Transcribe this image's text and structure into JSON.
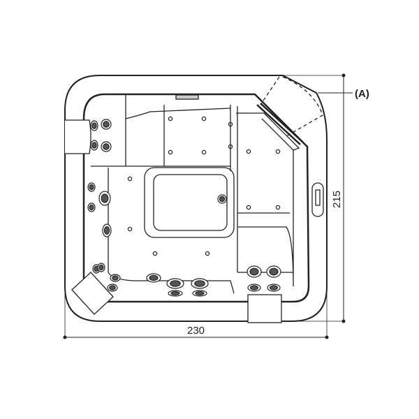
{
  "drawing": {
    "callout_label": "(A)",
    "width_label": "230",
    "depth_label": "215",
    "line_color": "#222222"
  }
}
